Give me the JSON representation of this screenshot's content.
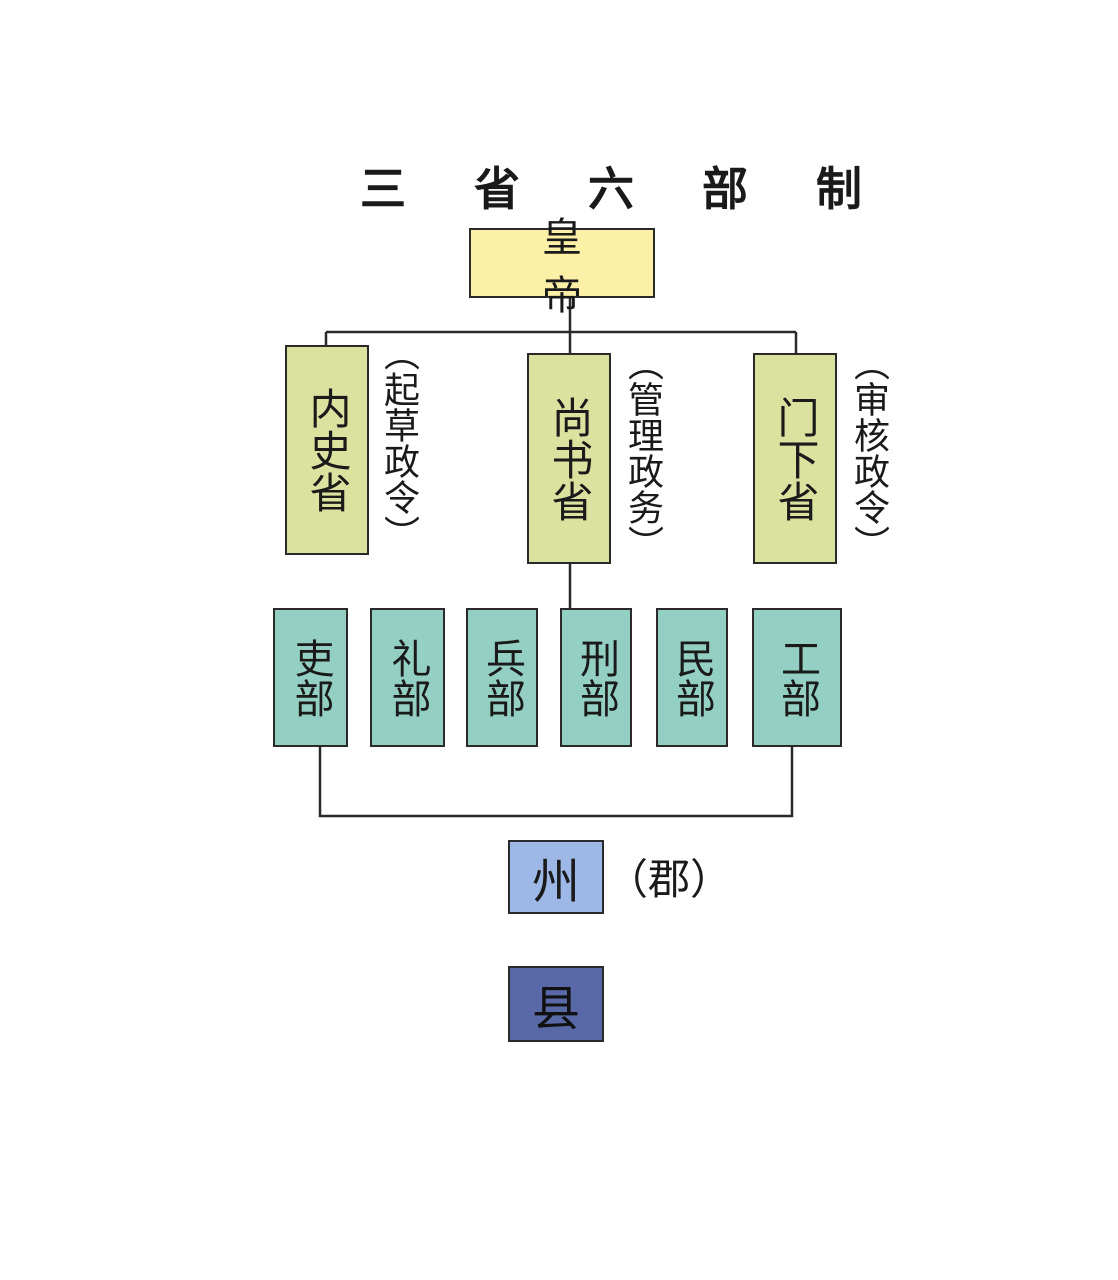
{
  "title": "三 省 六 部 制",
  "emperor": "皇帝",
  "sheng": [
    {
      "name": "内史省",
      "note": "（起草政令）"
    },
    {
      "name": "尚书省",
      "note": "（管理政务）"
    },
    {
      "name": "门下省",
      "note": "（审核政令）"
    }
  ],
  "ministries": [
    "吏部",
    "礼部",
    "兵部",
    "刑部",
    "民部",
    "工部"
  ],
  "zhou": "州",
  "zhou_note": "（郡）",
  "xian": "县",
  "colors": {
    "emperor": "#fbf0a6",
    "sheng": "#dbe29f",
    "ministry": "#93cfc3",
    "zhou": "#9db8e6",
    "xian": "#5968a6"
  }
}
